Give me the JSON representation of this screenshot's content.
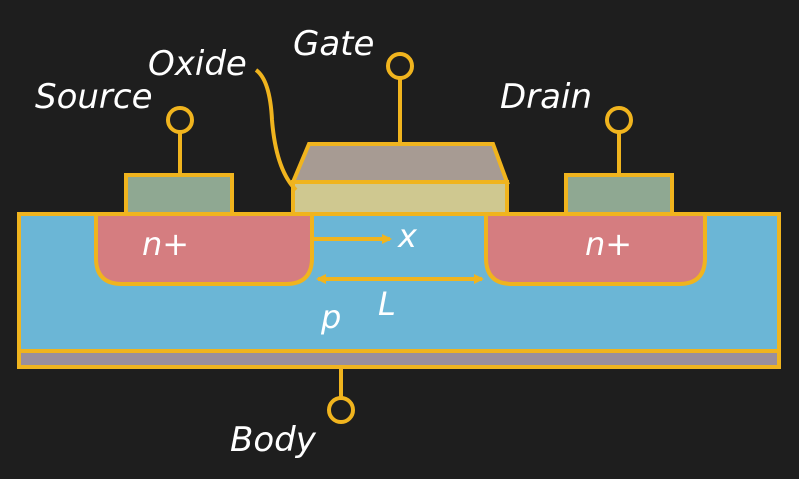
{
  "title": "MOSFET cross-section",
  "labels": {
    "gate": "Gate",
    "oxide": "Oxide",
    "source": "Source",
    "drain": "Drain",
    "body": "Body",
    "source_region": "n+",
    "drain_region": "n+",
    "substrate": "p",
    "channel_length": "L",
    "depth_axis": "x"
  },
  "colors": {
    "background": "#1e1e1e",
    "outline": "#f0b41e",
    "substrate": "#6bb6d6",
    "n_plus": "#d57d80",
    "oxide": "#cfc890",
    "gate": "#a79b93",
    "contact": "#8fa892",
    "body_contact": "#9a8f9c",
    "text": "#ffffff"
  },
  "icons": {
    "terminal": "circle-terminal-icon",
    "arrow": "arrow-icon"
  }
}
